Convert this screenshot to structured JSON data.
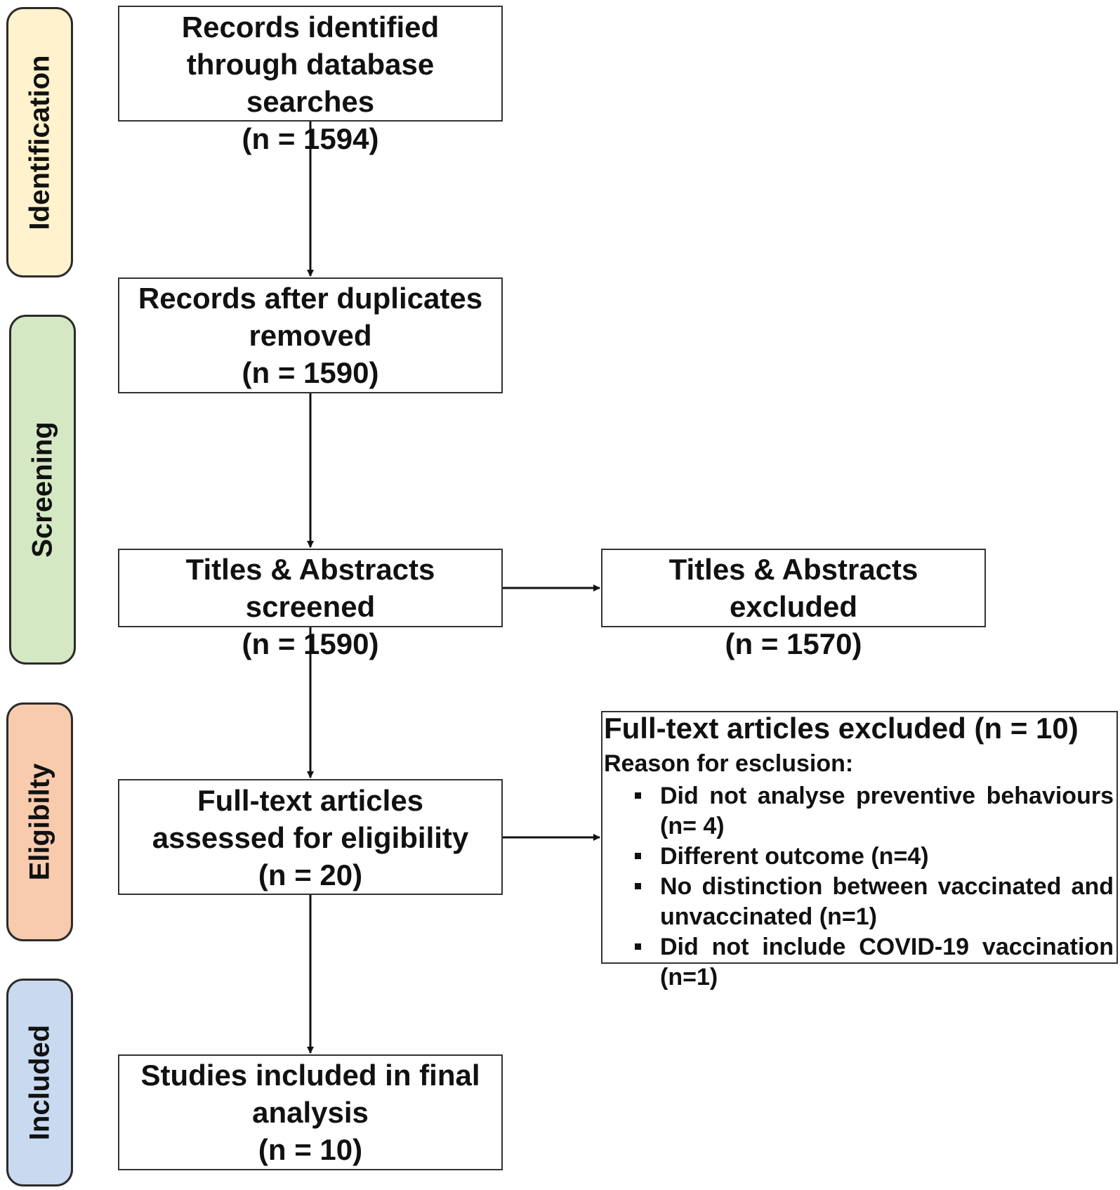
{
  "stages": {
    "identification": {
      "label": "Identification",
      "color": "#fff2cc"
    },
    "screening": {
      "label": "Screening",
      "color": "#d5e8c4"
    },
    "eligibility": {
      "label": "Eligibilty",
      "color": "#f8cbad"
    },
    "included": {
      "label": "Included",
      "color": "#c9daf0"
    }
  },
  "boxes": {
    "identified": {
      "lines": [
        "Records identified",
        "through database",
        "searches"
      ],
      "count": "(n = 1594)"
    },
    "deduplicated": {
      "lines": [
        "Records after duplicates",
        "removed"
      ],
      "count": "(n = 1590)"
    },
    "screened": {
      "lines": [
        "Titles & Abstracts",
        "screened"
      ],
      "count": "(n = 1590)"
    },
    "screened_excluded": {
      "lines": [
        "Titles & Abstracts",
        "excluded"
      ],
      "count": "(n = 1570)"
    },
    "fulltext": {
      "lines": [
        "Full-text articles",
        "assessed for eligibility"
      ],
      "count": "(n = 20)"
    },
    "included": {
      "lines": [
        "Studies included in final",
        "analysis"
      ],
      "count": "(n = 10)"
    }
  },
  "fulltext_excluded": {
    "title": "Full-text articles excluded (n = 10)",
    "reason_heading": "Reason for esclusion:",
    "reasons": [
      "Did not analyse preventive behaviours (n= 4)",
      "Different outcome (n=4)",
      "No distinction between vaccinated and unvaccinated (n=1)",
      "Did not include COVID-19 vaccination (n=1)"
    ]
  }
}
